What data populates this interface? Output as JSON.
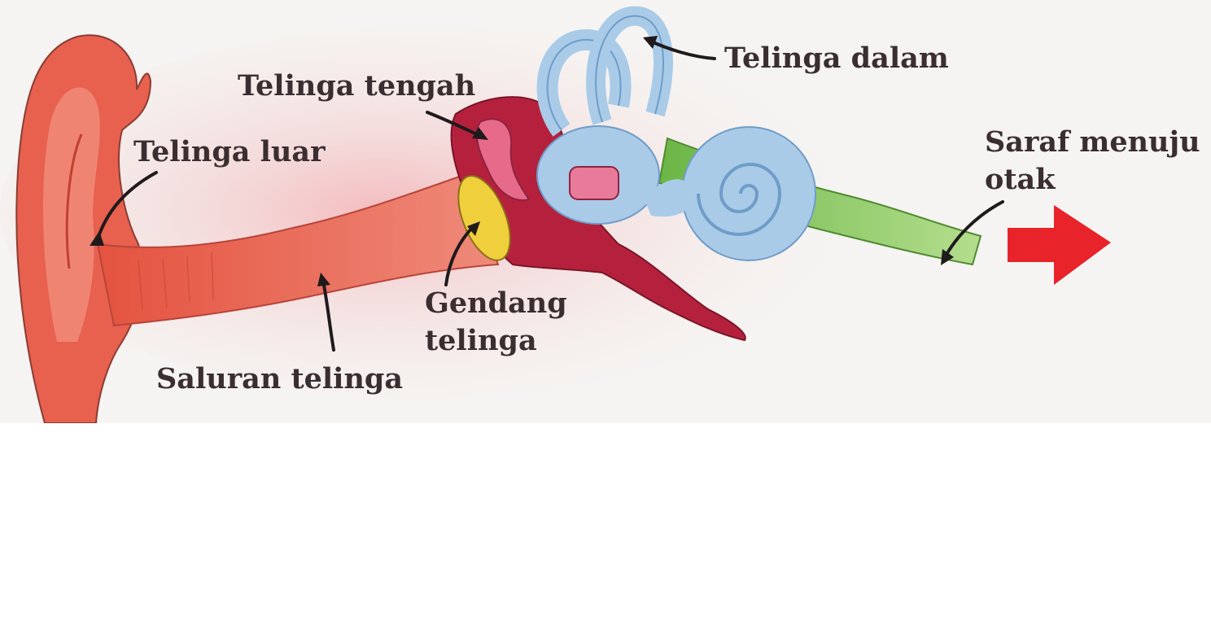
{
  "diagram": {
    "labels": {
      "outer_ear": "Telinga luar",
      "middle_ear": "Telinga tengah",
      "inner_ear": "Telinga dalam",
      "ear_canal": "Saluran telinga",
      "eardrum_line1": "Gendang",
      "eardrum_line2": "telinga",
      "nerve_line1": "Saraf menuju",
      "nerve_line2": "otak"
    },
    "colors": {
      "background": "#f5f4f2",
      "outer_ear": "#e8604e",
      "outer_ear_light": "#f3a38f",
      "canal_glow": "#f6c6c6",
      "middle_ear": "#b5213d",
      "ossicles": "#e86a8a",
      "eardrum": "#f0cf3c",
      "inner_ear": "#a9cbe8",
      "inner_ear_outline": "#6f9cc8",
      "nerve": "#7cc455",
      "direction_arrow": "#e8232a",
      "label_text": "#3a2e31"
    }
  }
}
